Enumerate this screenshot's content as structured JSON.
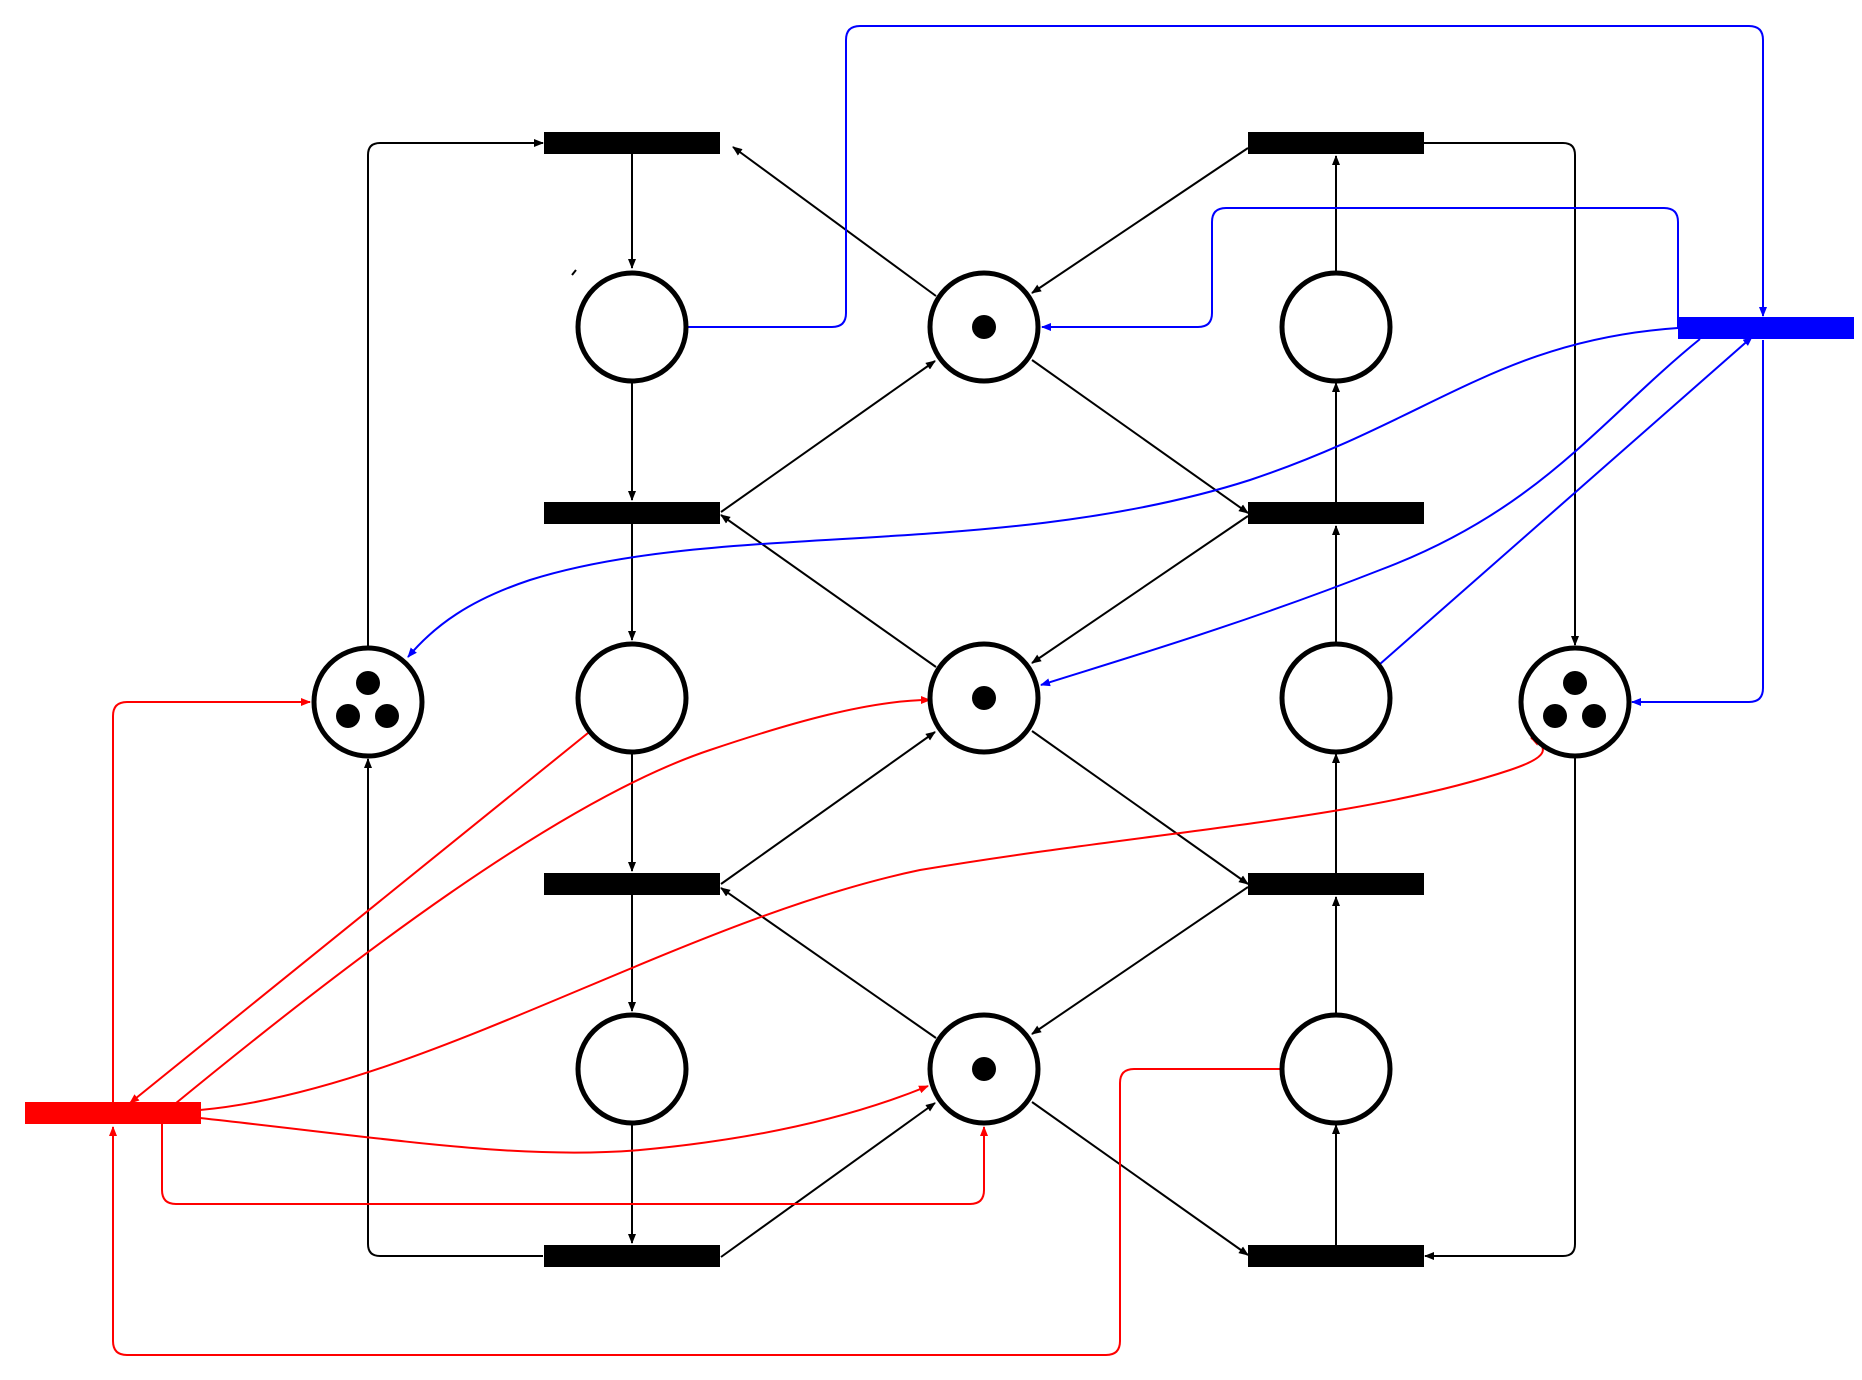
{
  "colors": {
    "black": "#000000",
    "blue": "#0000ff",
    "red": "#ff0000",
    "background": "#ffffff"
  },
  "places": [
    {
      "id": "p_left",
      "tokens": 3
    },
    {
      "id": "p_c1r1",
      "tokens": 0
    },
    {
      "id": "p_c1r2",
      "tokens": 0
    },
    {
      "id": "p_c1r3",
      "tokens": 0
    },
    {
      "id": "p_mid_r1",
      "tokens": 1
    },
    {
      "id": "p_mid_r2",
      "tokens": 1
    },
    {
      "id": "p_mid_r3",
      "tokens": 1
    },
    {
      "id": "p_c3r1",
      "tokens": 0
    },
    {
      "id": "p_c3r2",
      "tokens": 0
    },
    {
      "id": "p_c3r3",
      "tokens": 0
    },
    {
      "id": "p_right",
      "tokens": 3
    }
  ],
  "transitions": [
    {
      "id": "t_l0",
      "color": "black"
    },
    {
      "id": "t_l1",
      "color": "black"
    },
    {
      "id": "t_l2",
      "color": "black"
    },
    {
      "id": "t_l3",
      "color": "black"
    },
    {
      "id": "t_r0",
      "color": "black"
    },
    {
      "id": "t_r1",
      "color": "black"
    },
    {
      "id": "t_r2",
      "color": "black"
    },
    {
      "id": "t_r3",
      "color": "black"
    },
    {
      "id": "t_blue",
      "color": "blue"
    },
    {
      "id": "t_red",
      "color": "red"
    }
  ],
  "arcs": [
    {
      "from": "t_l0",
      "to": "p_c1r1",
      "color": "black"
    },
    {
      "from": "p_c1r1",
      "to": "t_l1",
      "color": "black"
    },
    {
      "from": "t_l1",
      "to": "p_c1r2",
      "color": "black"
    },
    {
      "from": "p_c1r2",
      "to": "t_l2",
      "color": "black"
    },
    {
      "from": "t_l2",
      "to": "p_c1r3",
      "color": "black"
    },
    {
      "from": "p_c1r3",
      "to": "t_l3",
      "color": "black"
    },
    {
      "from": "p_mid_r1",
      "to": "t_l0",
      "color": "black"
    },
    {
      "from": "t_l1",
      "to": "p_mid_r1",
      "color": "black"
    },
    {
      "from": "p_mid_r2",
      "to": "t_l1",
      "color": "black"
    },
    {
      "from": "t_l2",
      "to": "p_mid_r2",
      "color": "black"
    },
    {
      "from": "p_mid_r3",
      "to": "t_l2",
      "color": "black"
    },
    {
      "from": "t_l3",
      "to": "p_mid_r3",
      "color": "black"
    },
    {
      "from": "t_r0",
      "to": "p_mid_r1",
      "color": "black"
    },
    {
      "from": "p_mid_r1",
      "to": "t_r1",
      "color": "black"
    },
    {
      "from": "t_r1",
      "to": "p_mid_r2",
      "color": "black"
    },
    {
      "from": "p_mid_r2",
      "to": "t_r2",
      "color": "black"
    },
    {
      "from": "t_r2",
      "to": "p_mid_r3",
      "color": "black"
    },
    {
      "from": "p_mid_r3",
      "to": "t_r3",
      "color": "black"
    },
    {
      "from": "p_c3r1",
      "to": "t_r0",
      "color": "black"
    },
    {
      "from": "t_r1",
      "to": "p_c3r1",
      "color": "black"
    },
    {
      "from": "p_c3r2",
      "to": "t_r1",
      "color": "black"
    },
    {
      "from": "t_r2",
      "to": "p_c3r2",
      "color": "black"
    },
    {
      "from": "p_c3r3",
      "to": "t_r2",
      "color": "black"
    },
    {
      "from": "t_r3",
      "to": "p_c3r3",
      "color": "black"
    },
    {
      "from": "p_left",
      "to": "t_l0",
      "color": "black"
    },
    {
      "from": "t_l3",
      "to": "p_left",
      "color": "black"
    },
    {
      "from": "t_r0",
      "to": "p_right",
      "color": "black"
    },
    {
      "from": "p_right",
      "to": "t_r3",
      "color": "black"
    },
    {
      "from": "p_c1r1",
      "to": "t_blue",
      "color": "blue"
    },
    {
      "from": "t_blue",
      "to": "p_mid_r1",
      "color": "blue"
    },
    {
      "from": "t_blue",
      "to": "p_left",
      "color": "blue"
    },
    {
      "from": "t_blue",
      "to": "p_mid_r2",
      "color": "blue"
    },
    {
      "from": "p_c3r2",
      "to": "t_blue",
      "color": "blue"
    },
    {
      "from": "t_blue",
      "to": "p_right",
      "color": "blue"
    },
    {
      "from": "t_red",
      "to": "p_left",
      "color": "red"
    },
    {
      "from": "p_c1r2",
      "to": "t_red",
      "color": "red"
    },
    {
      "from": "t_red",
      "to": "p_mid_r2",
      "color": "red"
    },
    {
      "from": "t_red",
      "to": "p_right",
      "color": "red"
    },
    {
      "from": "t_red",
      "to": "p_mid_r3",
      "color": "red"
    },
    {
      "from": "p_c3r3",
      "to": "t_red",
      "color": "red"
    }
  ]
}
